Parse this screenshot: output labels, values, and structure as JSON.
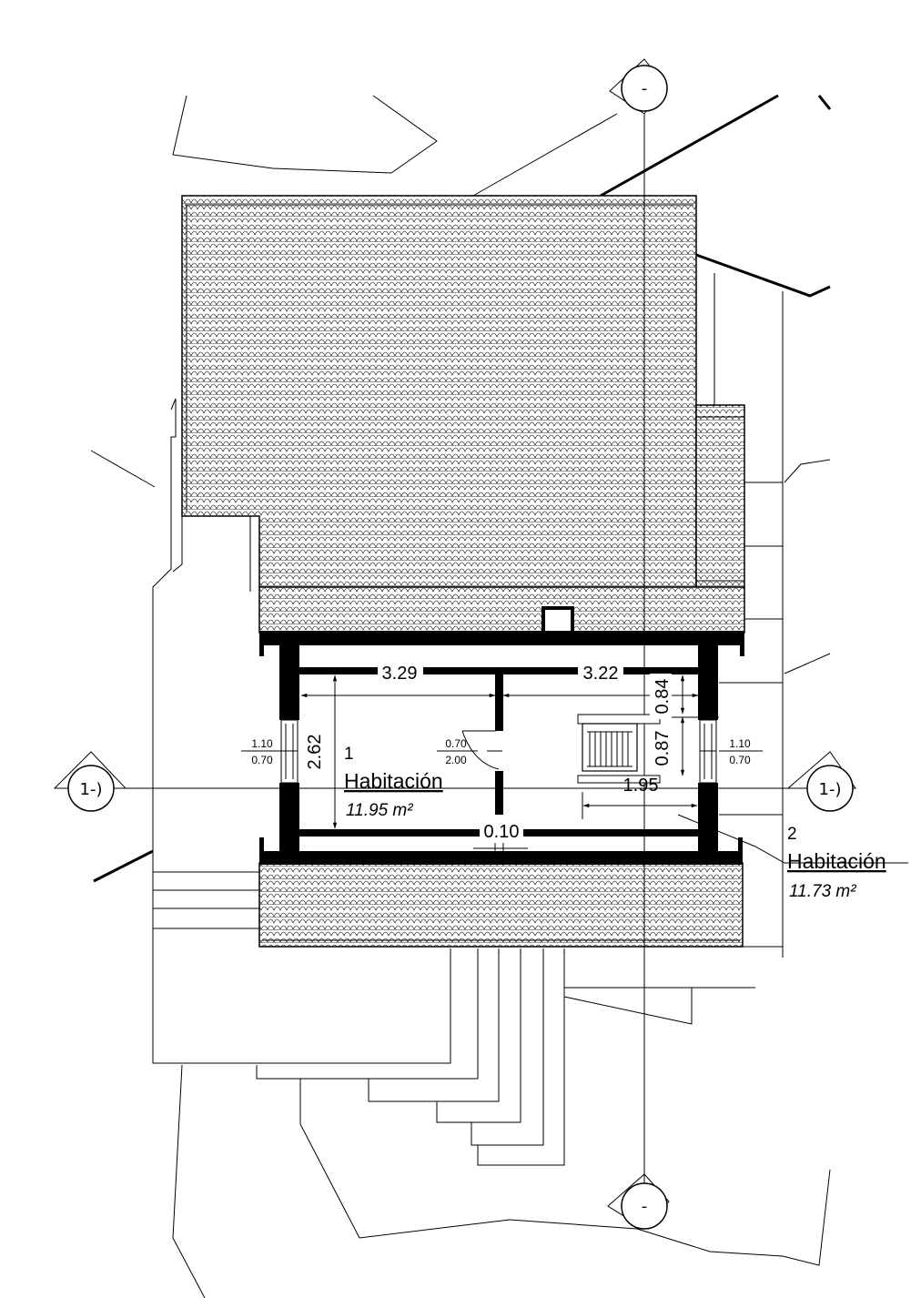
{
  "axis_markers": {
    "top": "-",
    "bottom": "-",
    "left": "1-)",
    "right": "1-)"
  },
  "dimensions": {
    "width_left": "3.29",
    "width_right": "3.22",
    "height_room1": "2.62",
    "height_upper_right": "0.84",
    "height_stair": "0.87",
    "stair_width": "1.95",
    "partition": "0.10"
  },
  "openings": {
    "window_left": {
      "width": "1.10",
      "height": "0.70"
    },
    "window_right": {
      "width": "1.10",
      "height": "0.70"
    },
    "door": {
      "width": "0.70",
      "height": "2.00"
    }
  },
  "rooms": [
    {
      "number": "1",
      "name": "Habitación",
      "area": "11.95 m²"
    },
    {
      "number": "2",
      "name": "Habitación",
      "area": "11.73 m²"
    }
  ]
}
